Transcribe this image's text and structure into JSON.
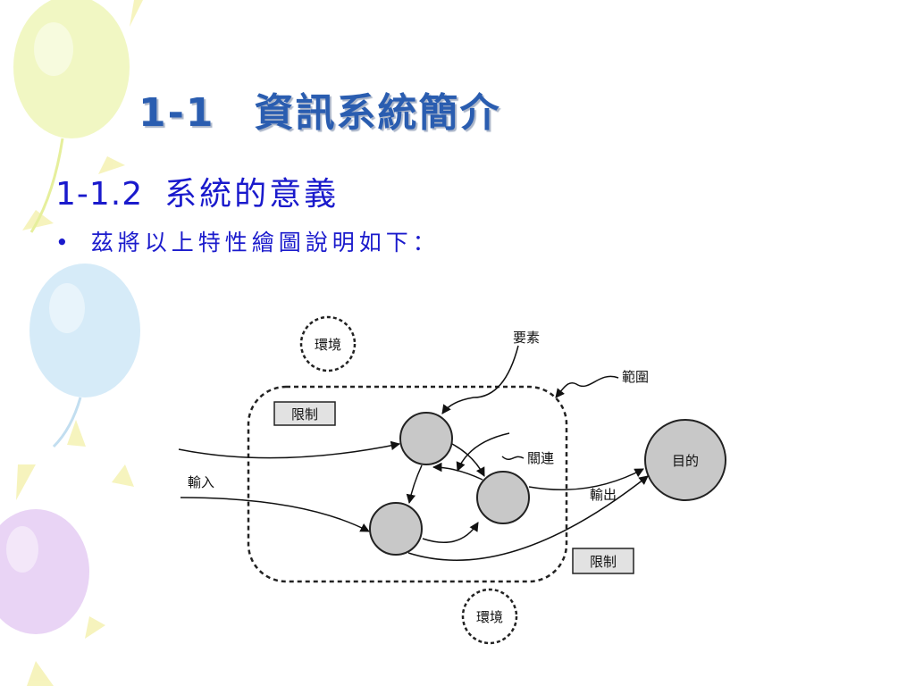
{
  "slide": {
    "title_number": "1-1",
    "title_text": "資訊系統簡介",
    "section_number": "1-1.2",
    "section_text": "系統的意義",
    "bullet_text": "茲將以上特性繪圖說明如下："
  },
  "diagram": {
    "environment_top": "環境",
    "environment_bottom": "環境",
    "constraint_top": "限制",
    "constraint_bottom": "限制",
    "element_label": "要素",
    "boundary_label": "範圍",
    "relation_label": "關連",
    "input_label": "輸入",
    "output_label": "輸出",
    "goal_label": "目的"
  },
  "colors": {
    "title": "#2a5db0",
    "text": "#1a1acc",
    "node_fill": "#c8c8c8"
  }
}
